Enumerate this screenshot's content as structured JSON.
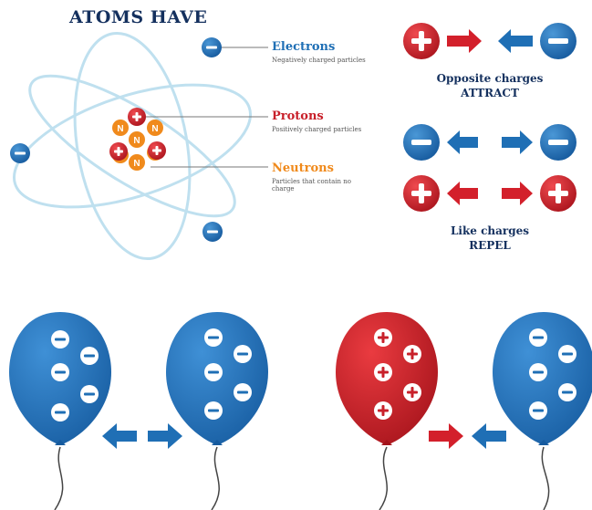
{
  "title": "ATOMS HAVE",
  "particles": [
    {
      "name": "Electrons",
      "desc": "Negatively charged particles",
      "color": "#1f6fb5"
    },
    {
      "name": "Protons",
      "desc": "Positively charged particles",
      "color": "#c8202a"
    },
    {
      "name": "Neutrons",
      "desc": "Particles that contain no charge",
      "color": "#f08a1c"
    }
  ],
  "nucleus_letter": "N",
  "rules": {
    "attract": {
      "line1": "Opposite charges",
      "line2": "ATTRACT"
    },
    "repel": {
      "line1": "Like charges",
      "line2": "REPEL"
    }
  },
  "colors": {
    "negative": "#1f6fb5",
    "positive": "#d3202b",
    "neutron": "#f08a1c",
    "orbit": "#bfe0ef",
    "title": "#14305e"
  }
}
